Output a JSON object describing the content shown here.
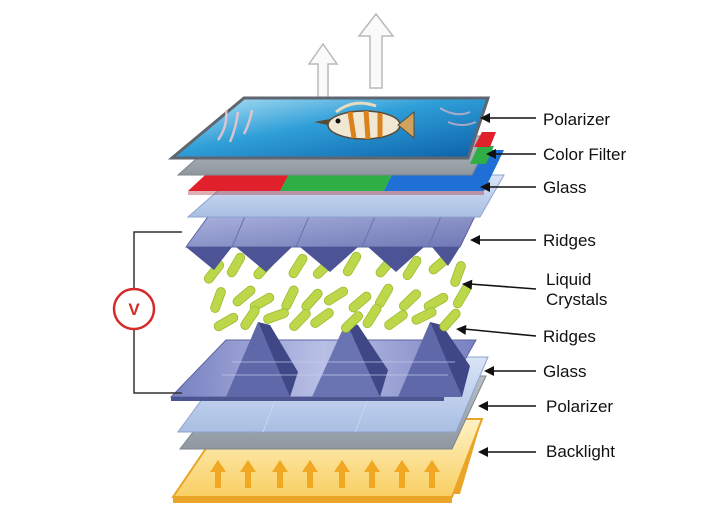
{
  "labels": {
    "polarizer_top": "Polarizer",
    "color_filter": "Color Filter",
    "glass_top": "Glass",
    "ridges_top": "Ridges",
    "liquid_line1": "Liquid",
    "liquid_line2": "Crystals",
    "ridges_bottom": "Ridges",
    "glass_bottom": "Glass",
    "polarizer_bottom": "Polarizer",
    "backlight": "Backlight"
  },
  "voltage_symbol": "V",
  "icons": [
    "light-arrow-icon",
    "backlight-arrow-icon",
    "voltage-circle-icon",
    "fish-image"
  ],
  "colors": {
    "filter_red": "#e0202a",
    "filter_green": "#2fae46",
    "filter_blue": "#1f6fd6",
    "crystal": "#bcd84a",
    "backlight": "#fbd874",
    "backlight_arrow": "#f0a822",
    "voltage": "#d52b2b",
    "ridge": "#7078b4"
  }
}
